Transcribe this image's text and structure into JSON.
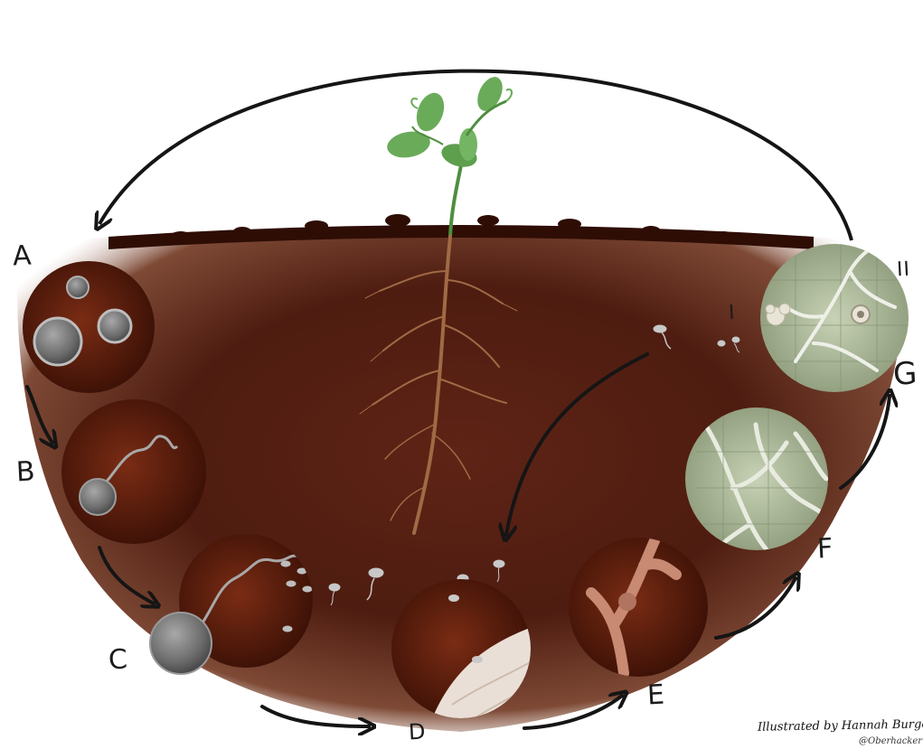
{
  "labels": {
    "stage_a": "A",
    "stage_b": "B",
    "stage_c": "C",
    "stage_d": "D",
    "stage_e": "E",
    "stage_f": "F",
    "stage_g": "G",
    "marker_i": "I",
    "marker_ii": "II"
  },
  "credits": {
    "illustrator": "Illustrated by Hannah Burger",
    "handle": "@Oberhacker"
  },
  "colors": {
    "soil_dark": "#3d1409",
    "soil_mid": "#5a2214",
    "soil_light": "#7a3a24",
    "circle_soil": "#5c1e10",
    "spore_grey": "#8a8a8a",
    "root_tan": "#a06a45",
    "leaf_green": "#6aab5a",
    "tissue_green": "#b8c4a6",
    "arrow_black": "#151515"
  }
}
